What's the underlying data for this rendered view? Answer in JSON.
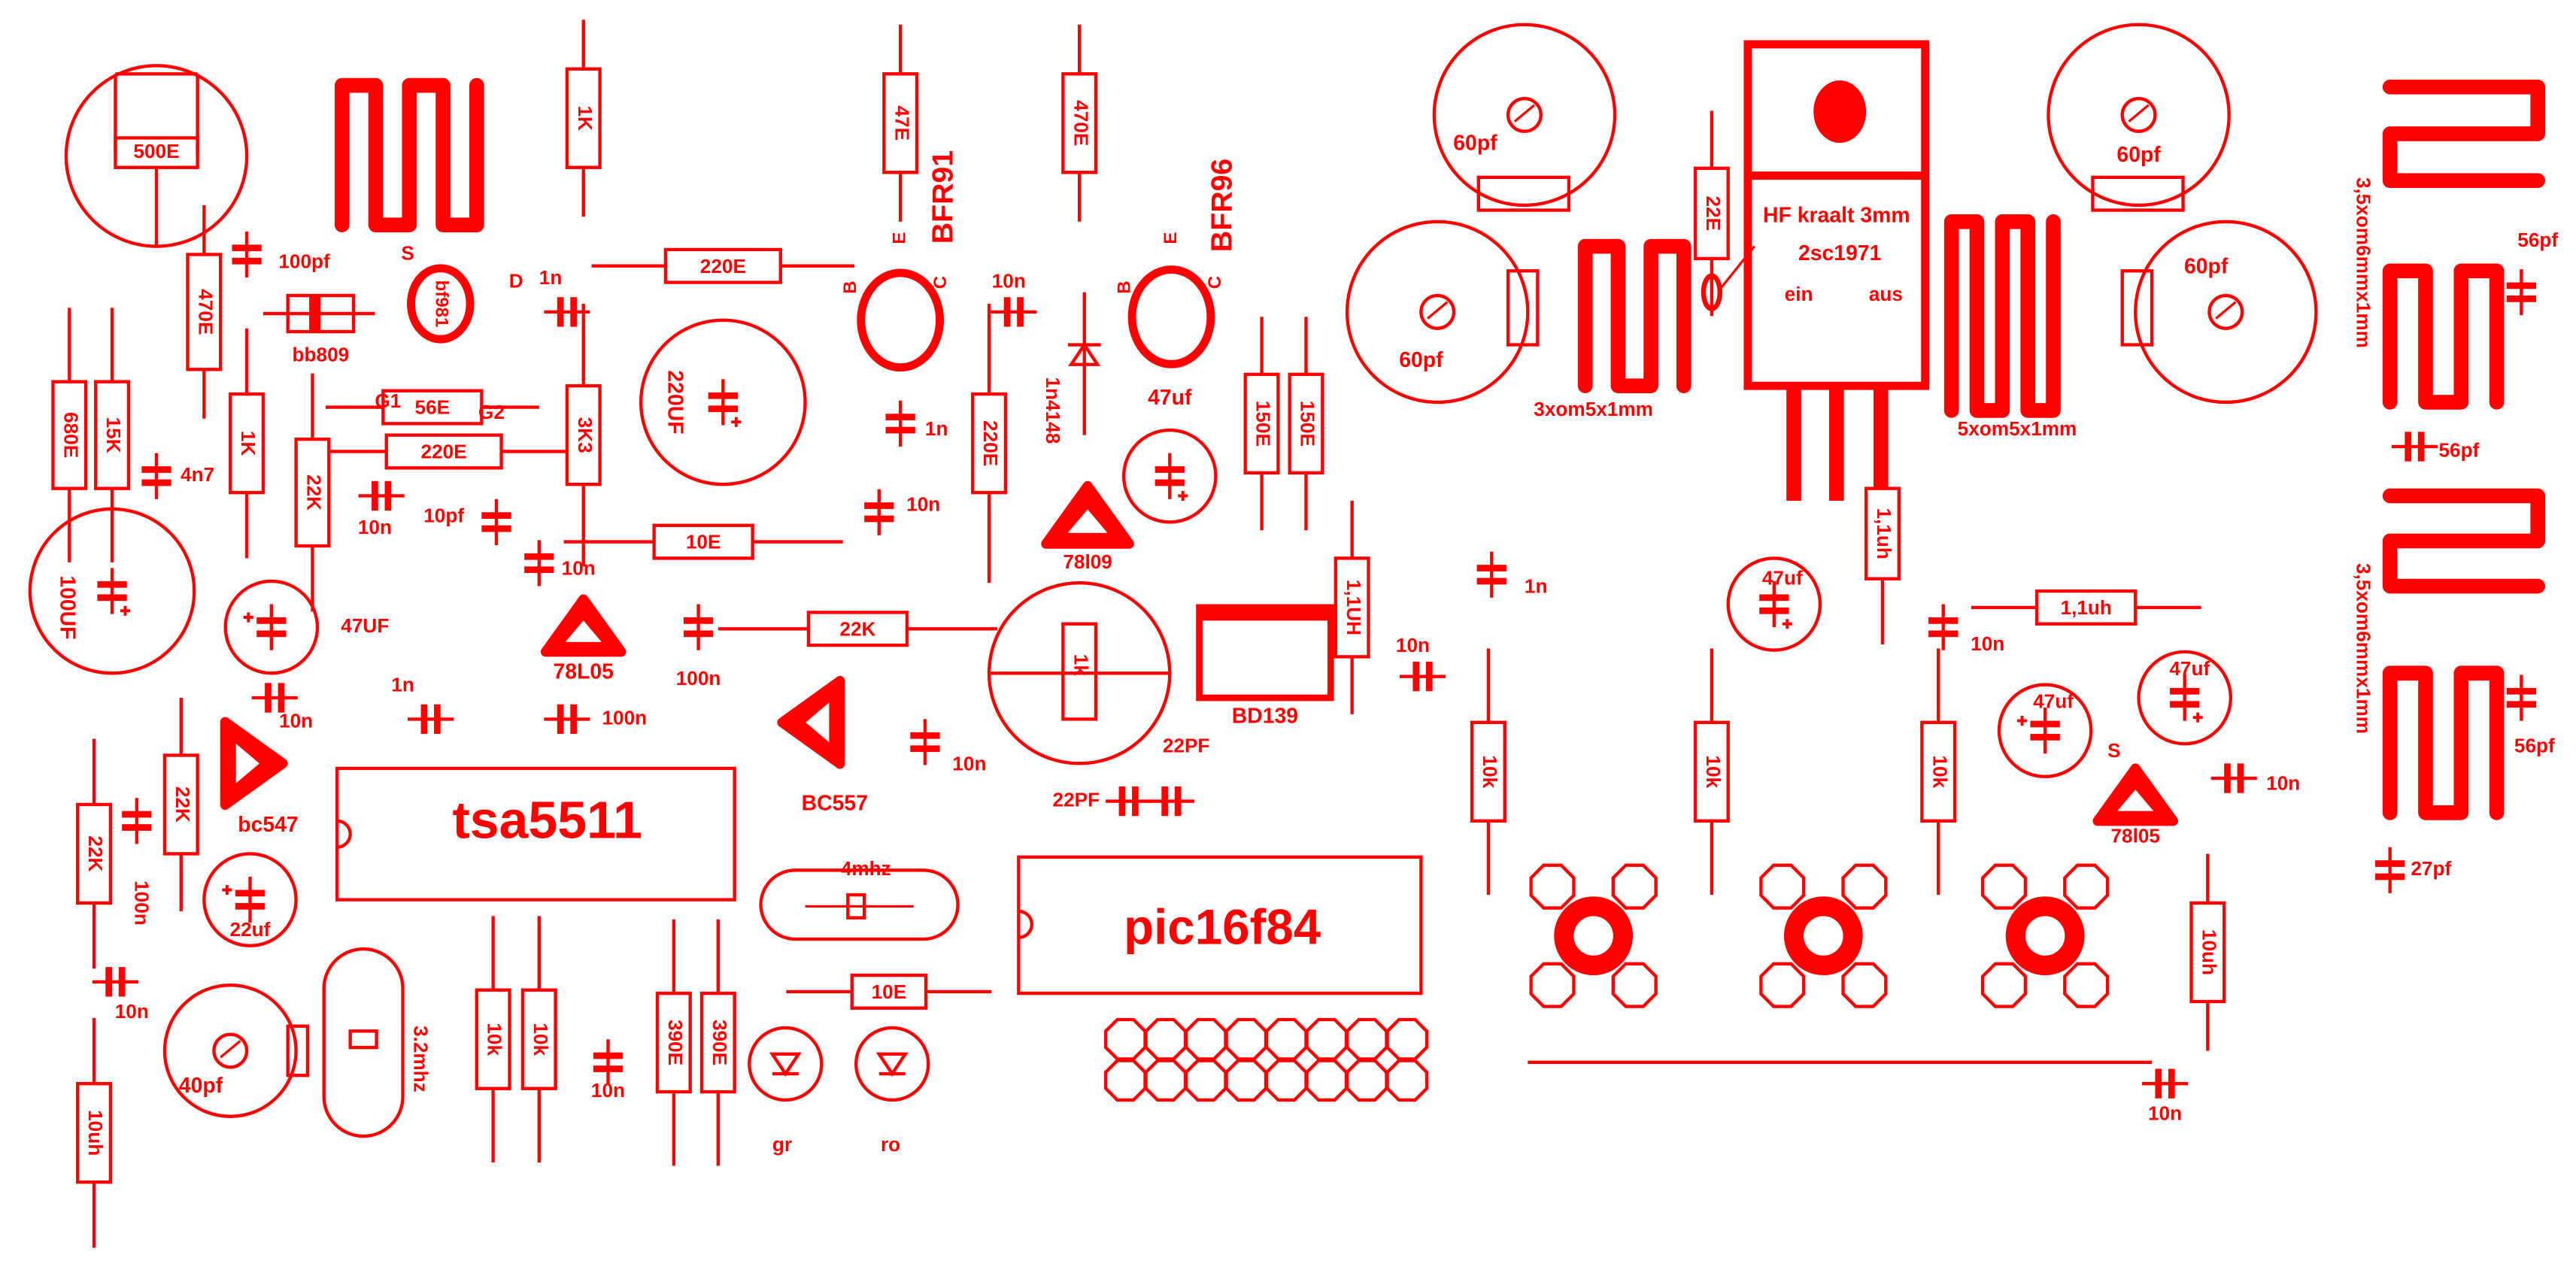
{
  "colors": {
    "ink": "#ff0000",
    "background": "#ffffff"
  },
  "labels": {
    "r500E": "500E",
    "r1K_top": "1K",
    "r47E": "47E",
    "r470E_top": "470E",
    "bfr91": "BFR91",
    "bfr96": "BFR96",
    "e1": "E",
    "b1": "B",
    "c1": "C",
    "e2": "E",
    "b2": "B",
    "c2": "C",
    "c100pf": "100pf",
    "s1": "S",
    "d1": "D",
    "c1n_a": "1n",
    "r220E_a": "220E",
    "bf981": "bf981",
    "bb809": "bb809",
    "g1": "G1",
    "g2": "G2",
    "r470E_left": "470E",
    "r680E": "680E",
    "r15K": "15K",
    "r1K_left": "1K",
    "r56E": "56E",
    "r220E_b": "220E",
    "r3K3": "3K3",
    "e220UF": "220UF",
    "c4n7": "4n7",
    "r22K_a": "22K",
    "c10n_a": "10n",
    "c10pf": "10pf",
    "c10n_b": "10n",
    "r10E_a": "10E",
    "e100UF": "100UF",
    "e47UF": "47UF",
    "u78L05": "78L05",
    "c100n_a": "100n",
    "r22K_b": "22K",
    "c1n_b": "1n",
    "c10n_c": "10n",
    "c100n_b": "100n",
    "bc557": "BC557",
    "c10n_d": "10n",
    "bc547": "bc547",
    "r22K_c": "22K",
    "r22K_d": "22K",
    "c100n_c": "100n",
    "tsa5511": "tsa5511",
    "e22uf": "22uf",
    "c10n_e": "10n",
    "t40pf": "40pf",
    "x32": "3.2mhz",
    "l10uh_a": "10uh",
    "r10k_a": "10k",
    "r10k_b": "10k",
    "c10n_f": "10n",
    "r390E_a": "390E",
    "r390E_b": "390E",
    "led_gr": "gr",
    "led_ro": "ro",
    "x4": "4mhz",
    "r10E_b": "10E",
    "pic": "pic16f84",
    "c22pf_a": "22PF",
    "c22pf_b": "22PF",
    "bd139": "BD139",
    "p1k": "1k",
    "l11UH": "1,1UH",
    "c10n_g": "10n",
    "c1n_c": "1n",
    "c10n_h": "10n",
    "d1n4148": "1n4148",
    "e47uf_a": "47uf",
    "u78l09": "78l09",
    "r150E_a": "150E",
    "r150E_b": "150E",
    "r220E_c": "220E",
    "c1n_d": "1n",
    "c10n_i": "10n",
    "t60pf_a": "60pf",
    "t60pf_b": "60pf",
    "r22E": "22E",
    "hf": "HF  kraalt 3mm",
    "q2sc1971": "2sc1971",
    "ein": "ein",
    "aus": "aus",
    "l3xom": "3xom5x1mm",
    "l5xom": "5xom5x1mm",
    "t60pf_c": "60pf",
    "t60pf_d": "60pf",
    "l11uh_b": "1,1uh",
    "e47uf_b": "47uf",
    "c10n_j": "10n",
    "l11uh_c": "1,1uh",
    "e47uf_c": "47uf",
    "e47uf_d": "47uf",
    "s2": "S",
    "u78l05b": "78l05",
    "c10n_k": "10n",
    "r10k_c": "10k",
    "r10k_d": "10k",
    "r10k_e": "10k",
    "l10uh_b": "10uh",
    "c10n_l": "10n",
    "c56pf_a": "56pf",
    "l35_a": "3,5xom6mmx1mm",
    "c56pf_b": "56pf",
    "l35_b": "3,5xom6mmx1mm",
    "c56pf_c": "56pf",
    "c27pf": "27pf"
  }
}
